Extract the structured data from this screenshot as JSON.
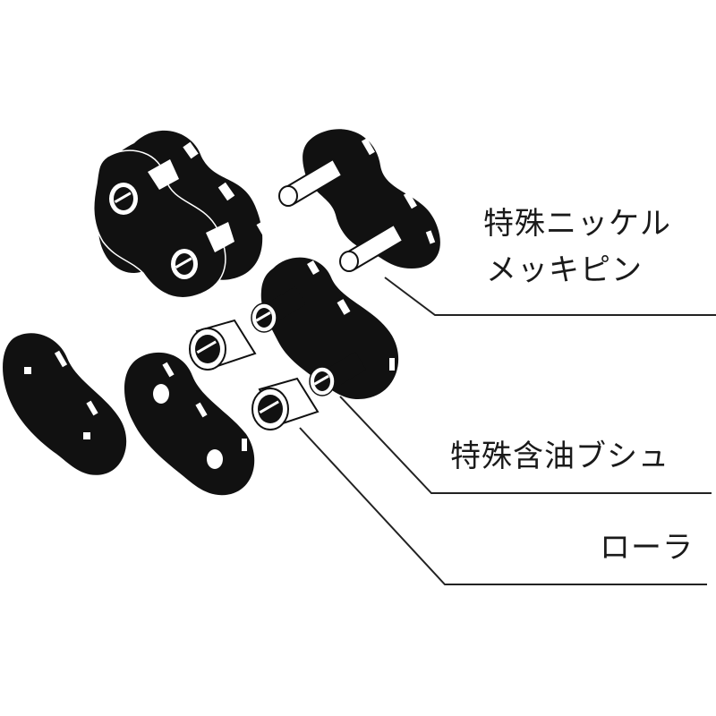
{
  "diagram": {
    "subject": "roller chain connecting link exploded view",
    "colors": {
      "parts": "#111111",
      "highlight": "#ffffff",
      "leader_line": "#222222",
      "text": "#1a1a1a",
      "background": "#ffffff"
    },
    "callouts": [
      {
        "id": "pin",
        "label_line1": "特殊ニッケル",
        "label_line2": "メッキピン"
      },
      {
        "id": "bushing",
        "label_line1": "特殊含油ブシュ"
      },
      {
        "id": "roller",
        "label_line1": "ローラ"
      }
    ]
  }
}
